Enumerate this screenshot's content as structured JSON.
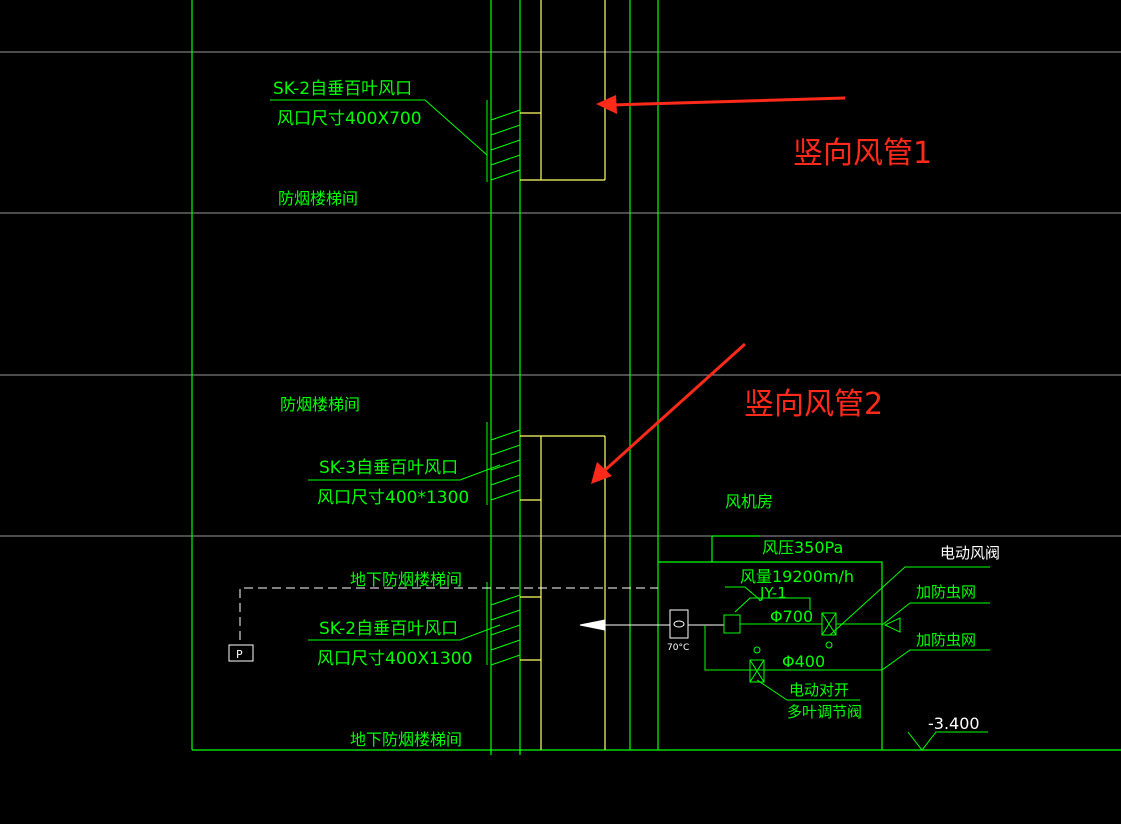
{
  "labels": {
    "sk2_top": "SK-2自垂百叶风口",
    "size_top": "风口尺寸400X700",
    "stair_1": "防烟楼梯间",
    "stair_2": "防烟楼梯间",
    "sk3": "SK-3自垂百叶风口",
    "size_sk3": "风口尺寸400*1300",
    "fan_room": "风机房",
    "pressure": "风压350Pa",
    "airflow": "风量19200m/h",
    "fan_id": "JY-1",
    "electric_damper": "电动风阀",
    "basement_stair_1": "地下防烟楼梯间",
    "basement_stair_2": "地下防烟楼梯间",
    "sk2_bottom": "SK-2自垂百叶风口",
    "size_bottom": "风口尺寸400X1300",
    "insect_screen_1": "加防虫网",
    "insect_screen_2": "加防虫网",
    "duct_700": "Φ700",
    "duct_400": "Φ400",
    "fire_damper_temp": "70°C",
    "opposed_1": "电动对开",
    "opposed_2": "多叶调节阀",
    "elevation": "-3.400",
    "p_box": "P"
  },
  "annotations": {
    "duct_1": "竖向风管1",
    "duct_2": "竖向风管2"
  },
  "colors": {
    "background": "#000000",
    "cad_green": "#00ff00",
    "cad_yellow": "#ffff66",
    "grid_gray": "#9a9a9a",
    "annotation_red": "#ff2a1a",
    "white": "#ffffff"
  }
}
